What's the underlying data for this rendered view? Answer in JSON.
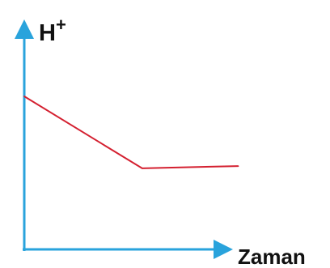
{
  "chart_data": {
    "type": "line",
    "ylabel": "H",
    "ylabel_superscript": "+",
    "xlabel": "Zaman",
    "axis_color": "#29a3dc",
    "line_color": "#d42030",
    "xlim": [
      0,
      10
    ],
    "ylim": [
      0,
      10
    ],
    "series": [
      {
        "x": [
          0,
          5.4,
          9.8
        ],
        "y": [
          6.8,
          3.6,
          3.7
        ]
      }
    ]
  }
}
